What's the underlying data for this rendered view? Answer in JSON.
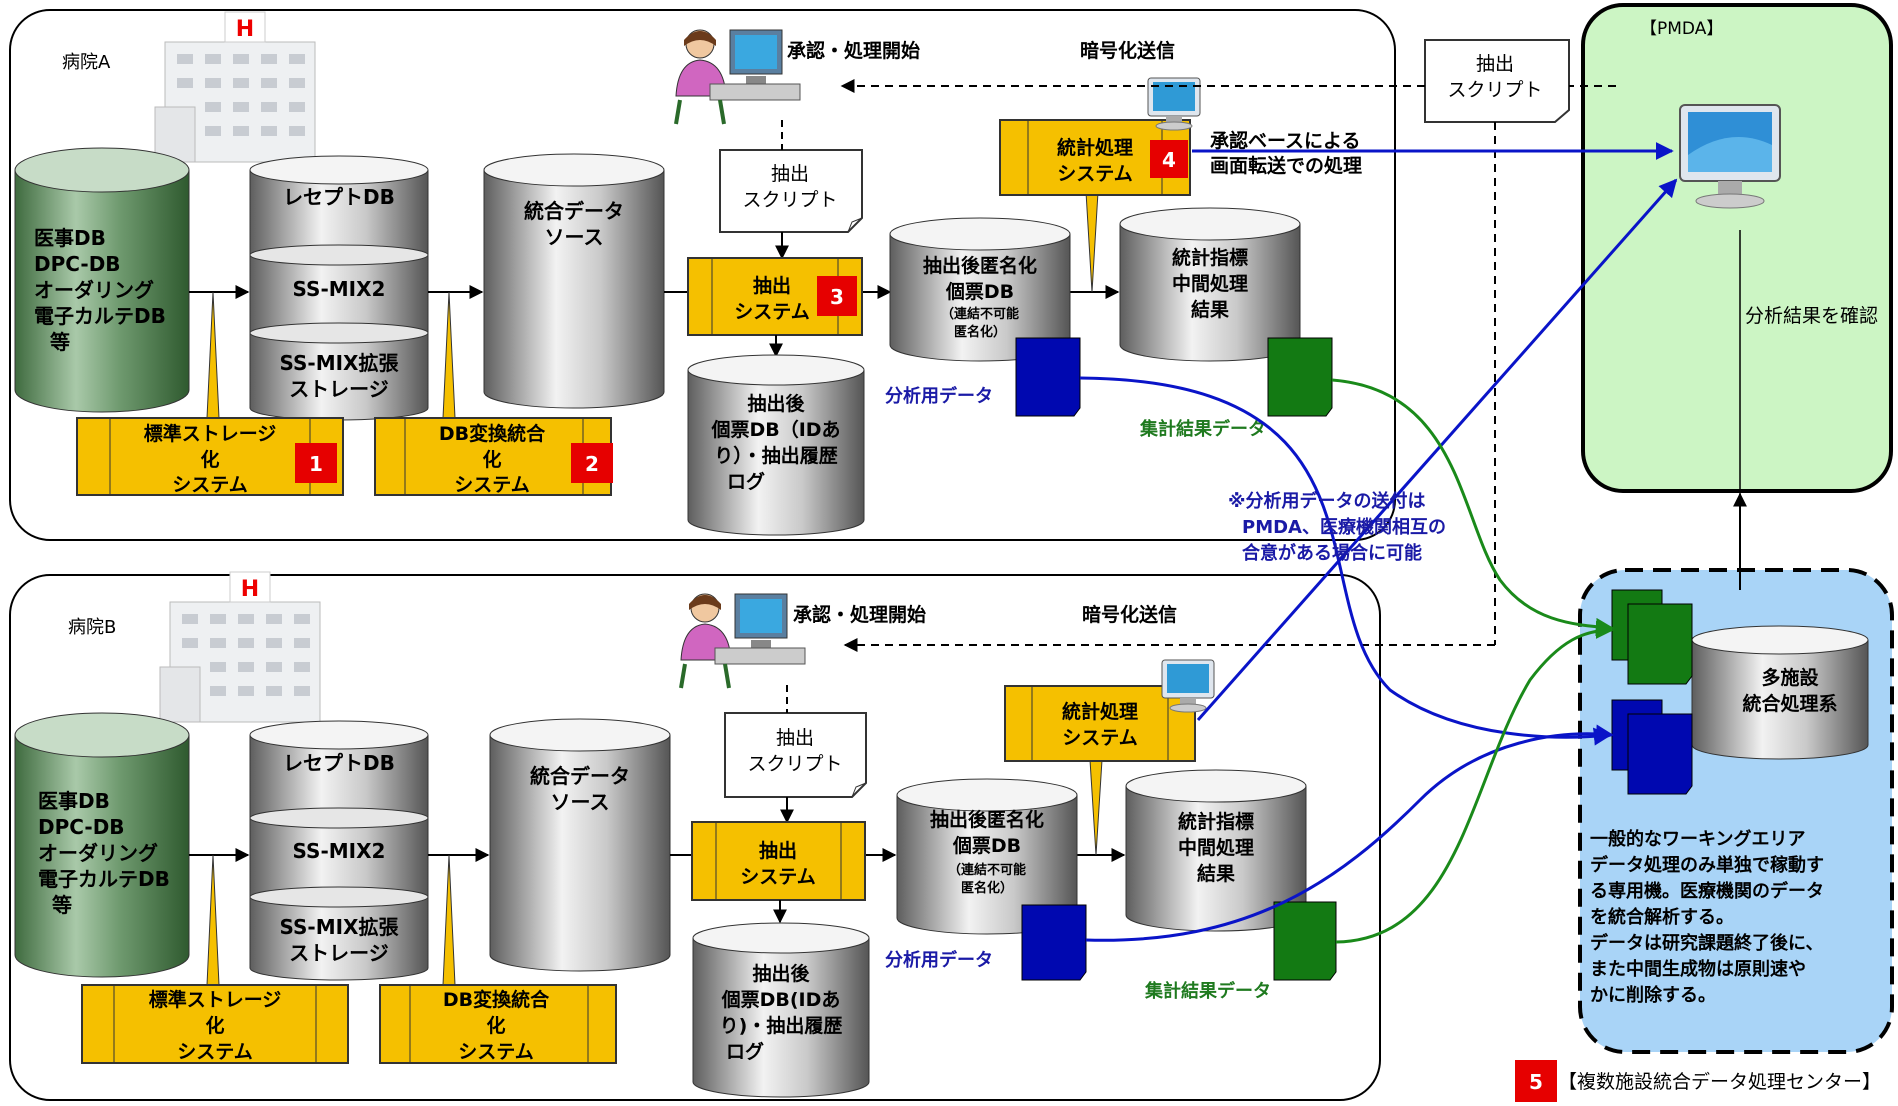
{
  "colors": {
    "cyl_green": "#4f7f4f",
    "cyl_gray": "#8c8c8c",
    "system_box": "#f5c000",
    "badge_red": "#e60000",
    "pmda_bg": "#ccf5c4",
    "center_bg": "#a9d4f7",
    "blue_arrow": "#0a14c8",
    "green_arrow": "#1a8a1a",
    "doc_blue": "#0008b0",
    "doc_green": "#137a13"
  },
  "icons": [
    "hospital-icon",
    "operator-icon",
    "monitor-icon",
    "document-icon"
  ],
  "hospital_a": {
    "name": "病院A",
    "source_db": [
      "医事DB",
      "DPC-DB",
      "オーダリング",
      "電子カルテDB",
      "等"
    ],
    "receipt_db": "レセプトDB",
    "ssmix2": "SS-MIX2",
    "ssmix_ext": [
      "SS-MIX拡張",
      "ストレージ"
    ],
    "std_storage": [
      "標準ストレージ",
      "化",
      "システム"
    ],
    "db_convert": [
      "DB変換統合",
      "化",
      "システム"
    ],
    "integrated_source": [
      "統合データ",
      "ソース"
    ],
    "approval": "承認・処理開始",
    "extract_script": [
      "抽出",
      "スクリプト"
    ],
    "extract_system": [
      "抽出",
      "システム"
    ],
    "extract_log": [
      "抽出後",
      "個票DB（IDあ",
      "り）・抽出履歴",
      "ログ"
    ],
    "anon_db": [
      "抽出後匿名化",
      "個票DB"
    ],
    "anon_note": [
      "（連結不可能",
      "匿名化）"
    ],
    "encrypt": "暗号化送信",
    "stats_system": [
      "統計処理",
      "システム"
    ],
    "remote_process": [
      "承認ベースによる",
      "画面転送での処理"
    ],
    "stats_result": [
      "統計指標",
      "中間処理",
      "結果"
    ],
    "analysis_data": "分析用データ",
    "aggregate_data": "集計結果データ"
  },
  "hospital_b": {
    "name": "病院B",
    "source_db": [
      "医事DB",
      "DPC-DB",
      "オーダリング",
      "電子カルテDB",
      "等"
    ],
    "receipt_db": "レセプトDB",
    "ssmix2": "SS-MIX2",
    "ssmix_ext": [
      "SS-MIX拡張",
      "ストレージ"
    ],
    "std_storage": [
      "標準ストレージ",
      "化",
      "システム"
    ],
    "db_convert": [
      "DB変換統合",
      "化",
      "システム"
    ],
    "integrated_source": [
      "統合データ",
      "ソース"
    ],
    "approval": "承認・処理開始",
    "extract_script": [
      "抽出",
      "スクリプト"
    ],
    "extract_system": [
      "抽出",
      "システム"
    ],
    "extract_log": [
      "抽出後",
      "個票DB(IDあ",
      "り)・抽出履歴",
      "ログ"
    ],
    "anon_db": [
      "抽出後匿名化",
      "個票DB"
    ],
    "anon_note": [
      "（連結不可能",
      "匿名化）"
    ],
    "encrypt": "暗号化送信",
    "stats_system": [
      "統計処理",
      "システム"
    ],
    "stats_result": [
      "統計指標",
      "中間処理",
      "結果"
    ],
    "analysis_data": "分析用データ",
    "aggregate_data": "集計結果データ"
  },
  "badges": [
    "1",
    "2",
    "3",
    "4",
    "5"
  ],
  "pmda": {
    "title": "【PMDA】",
    "script": [
      "抽出",
      "スクリプト"
    ],
    "confirm": "分析結果を確認"
  },
  "note": [
    "※分析用データの送付は",
    "PMDA、医療機関相互の",
    "合意がある場合に可能"
  ],
  "center": {
    "system": [
      "多施設",
      "統合処理系"
    ],
    "description": [
      "一般的なワーキングエリア",
      "データ処理のみ単独で稼動す",
      "る専用機。医療機関のデータ",
      "を統合解析する。",
      "データは研究課題終了後に、",
      "また中間生成物は原則速や",
      "かに削除する。"
    ],
    "label": "【複数施設統合データ処理センター】"
  }
}
